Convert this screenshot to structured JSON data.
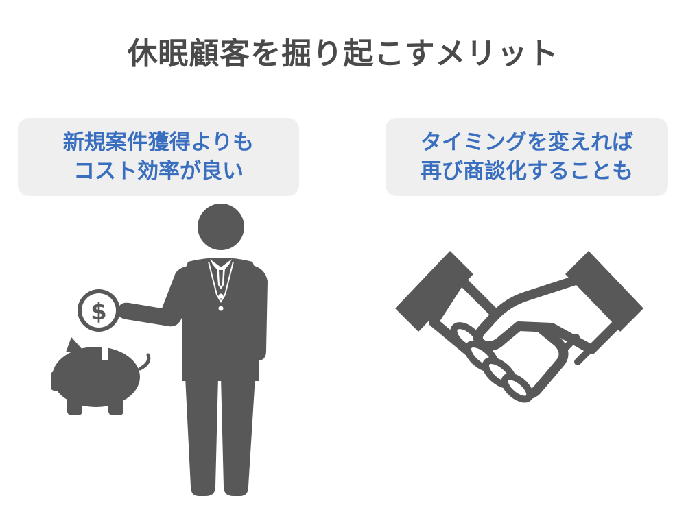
{
  "title": "休眠顧客を掘り起こすメリット",
  "benefits": [
    {
      "line1": "新規案件獲得よりも",
      "line2": "コスト効率が良い"
    },
    {
      "line1": "タイミングを変えれば",
      "line2": "再び商談化することも"
    }
  ],
  "icons": {
    "left": [
      "businessman-icon",
      "coin-dollar-icon",
      "piggy-bank-icon"
    ],
    "right": [
      "handshake-icon"
    ]
  },
  "colors": {
    "title": "#4a4a4a",
    "benefit_text": "#3a6fc0",
    "card_background": "#efefef",
    "icon_fill": "#585858"
  }
}
